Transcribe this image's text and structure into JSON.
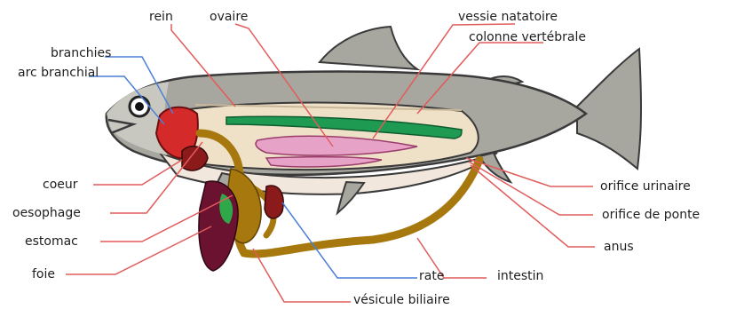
{
  "labels": {
    "rein": "rein",
    "ovaire": "ovaire",
    "vessie": "vessie natatoire",
    "colonne": "colonne vertébrale",
    "branchies": "branchies",
    "arc": "arc branchial",
    "coeur": "coeur",
    "oesophage": "oesophage",
    "estomac": "estomac",
    "foie": "foie",
    "rate": "rate",
    "intestin": "intestin",
    "vesicule": "vésicule biliaire",
    "urinaire": "orifice urinaire",
    "ponte": "orifice de ponte",
    "anus": "anus"
  },
  "colors": {
    "body": "#a7a69f",
    "outline": "#3a3a3a",
    "belly": "#f2e7dc",
    "cavity": "#efe0c8",
    "gills": "#d42a2a",
    "kidney": "#1e9a52",
    "ovary": "#e7a2c8",
    "gut": "#a7780d",
    "liver": "#6b1230",
    "stomach_green": "#2fa84a",
    "red_line": "#e25b5b",
    "blue_line": "#4c7fd8"
  }
}
